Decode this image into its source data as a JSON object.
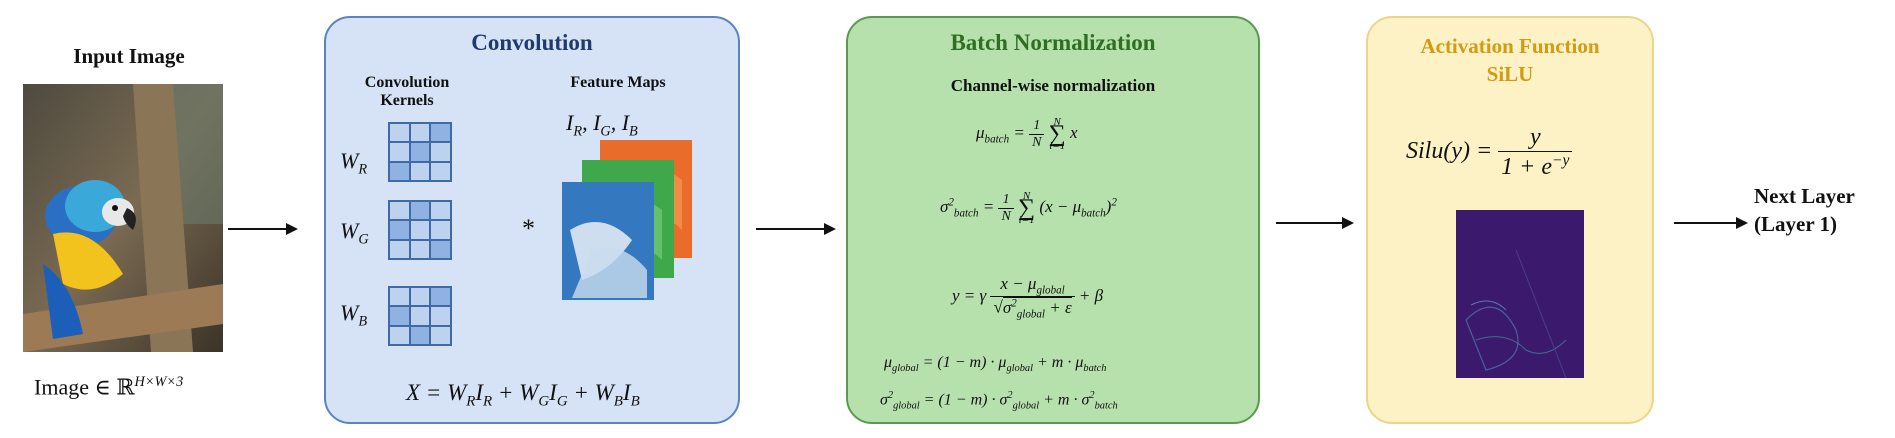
{
  "input": {
    "title": "Input Image",
    "caption_prefix": "Image ∈ ℝ",
    "caption_exp": "H×W×3"
  },
  "convolution": {
    "title": "Convolution",
    "kernels_label_line1": "Convolution",
    "kernels_label_line2": "Kernels",
    "feature_maps_label": "Feature Maps",
    "feature_maps_symbols": "I_R, I_G, I_B",
    "kernels": [
      "W_R",
      "W_G",
      "W_B"
    ],
    "operator": "*",
    "formula": "X = W_R I_R + W_G I_G + W_B I_B"
  },
  "batch_norm": {
    "title": "Batch Normalization",
    "subtitle": "Channel-wise normalization",
    "eq_mu_batch": "μ_batch = 1/N ∑_{i=1}^{N} x",
    "eq_sigma_batch": "σ²_batch = 1/N ∑_{i=1}^{N} (x − μ_batch)²",
    "eq_y": "y = γ (x − μ_global) / √(σ²_global + ε) + β",
    "eq_mu_global": "μ_global = (1 − m) · μ_global + m · μ_batch",
    "eq_sigma_global": "σ²_global = (1 − m) · σ²_global + m · σ²_batch"
  },
  "activation": {
    "title_line1": "Activation Function",
    "title_line2": "SiLU",
    "formula": "Silu(y) = y / (1 + e^{−y})"
  },
  "next": {
    "line1": "Next Layer",
    "line2": "(Layer 1)"
  },
  "colors": {
    "conv_title": "#1f3a6e",
    "bn_title": "#2f6e24",
    "act_title": "#d39b0f",
    "conv_fill": "#d6e3f6",
    "bn_fill": "#b6e1ad",
    "act_fill": "#fdf1c6"
  }
}
